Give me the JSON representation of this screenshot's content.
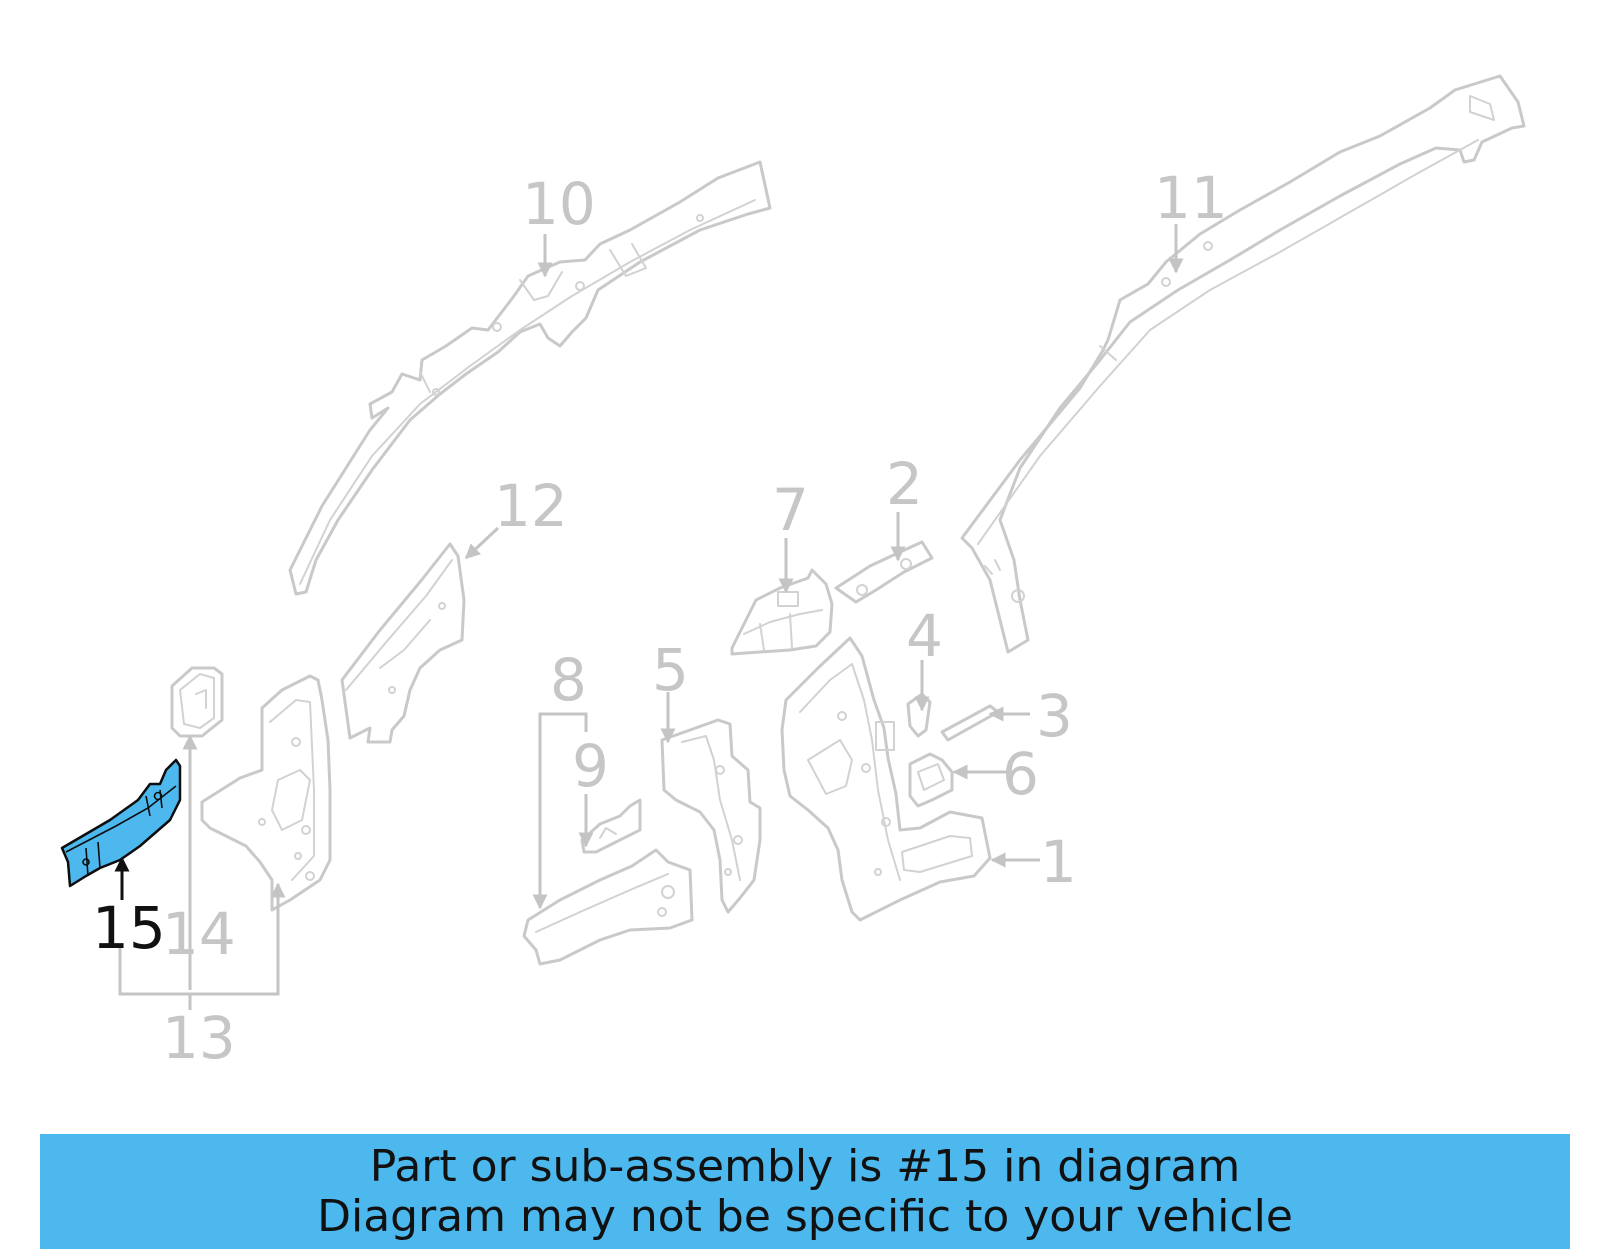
{
  "callouts": {
    "c1": "1",
    "c2": "2",
    "c3": "3",
    "c4": "4",
    "c5": "5",
    "c6": "6",
    "c7": "7",
    "c8": "8",
    "c9": "9",
    "c10": "10",
    "c11": "11",
    "c12": "12",
    "c13": "13",
    "c14": "14",
    "c15": "15"
  },
  "highlighted_part": "15",
  "colors": {
    "highlight": "#4db8ee",
    "banner": "#4db8ee",
    "inactive": "#c6c6c6"
  },
  "banner": {
    "line1": "Part or sub-assembly is #15 in diagram",
    "line2": "Diagram may not be specific to your vehicle"
  }
}
